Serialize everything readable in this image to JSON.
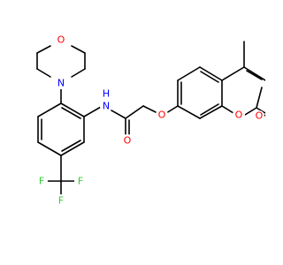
{
  "colors": {
    "background": "#ffffff",
    "bond": "#000000",
    "oxygen": "#ff0000",
    "nitrogen": "#0000ff",
    "fluorine": "#33cc33",
    "hydrogen": "#0000ff"
  },
  "labels": {
    "morpholine_o": "O",
    "morpholine_n": "N",
    "amide_nh": "N",
    "amide_h": "H",
    "carbonyl_o": "O",
    "ether_o": "O",
    "ring_o": "O",
    "lactone_o": "O",
    "f_top": "F",
    "f_left": "F",
    "f_bottom": "F"
  }
}
